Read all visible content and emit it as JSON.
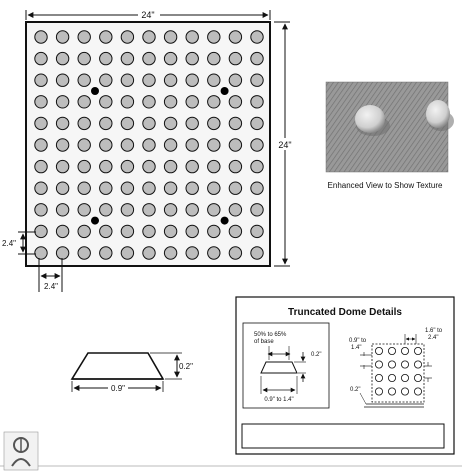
{
  "tile": {
    "width_label": "24\"",
    "height_label": "24\"",
    "dome_rows": 11,
    "dome_cols": 11,
    "dome_spacing_label": "2.4\"",
    "row_spacing_label": "2.4\"",
    "marker_positions": [
      [
        2,
        2
      ],
      [
        2,
        8
      ],
      [
        8,
        2
      ],
      [
        8,
        8
      ]
    ],
    "colors": {
      "dome_fill": "#bdbdbd",
      "marker_fill": "#000000",
      "tile_fill": "#f4f4f4"
    }
  },
  "texture": {
    "caption": "Enhanced View to Show Texture",
    "colors": {
      "surface": "#9a9a9a",
      "dome": "#d8d8d8"
    }
  },
  "profile": {
    "height_label": "0.2\"",
    "base_label": "0.9\""
  },
  "details": {
    "title": "Truncated Dome Details",
    "left": {
      "top_pct_label_line1": "50% to 65%",
      "top_pct_label_line2": "of base",
      "height_label": "0.2\"",
      "base_label": "0.9\" to 1.4\""
    },
    "right": {
      "left_label_line1": "0.9\" to",
      "left_label_line2": "1.4\"",
      "right_label_line1": "1.6\" to",
      "right_label_line2": "2.4\"",
      "bottom_label": "0.2\""
    }
  },
  "footer": {
    "logo": "accessibility-logo-icon"
  }
}
